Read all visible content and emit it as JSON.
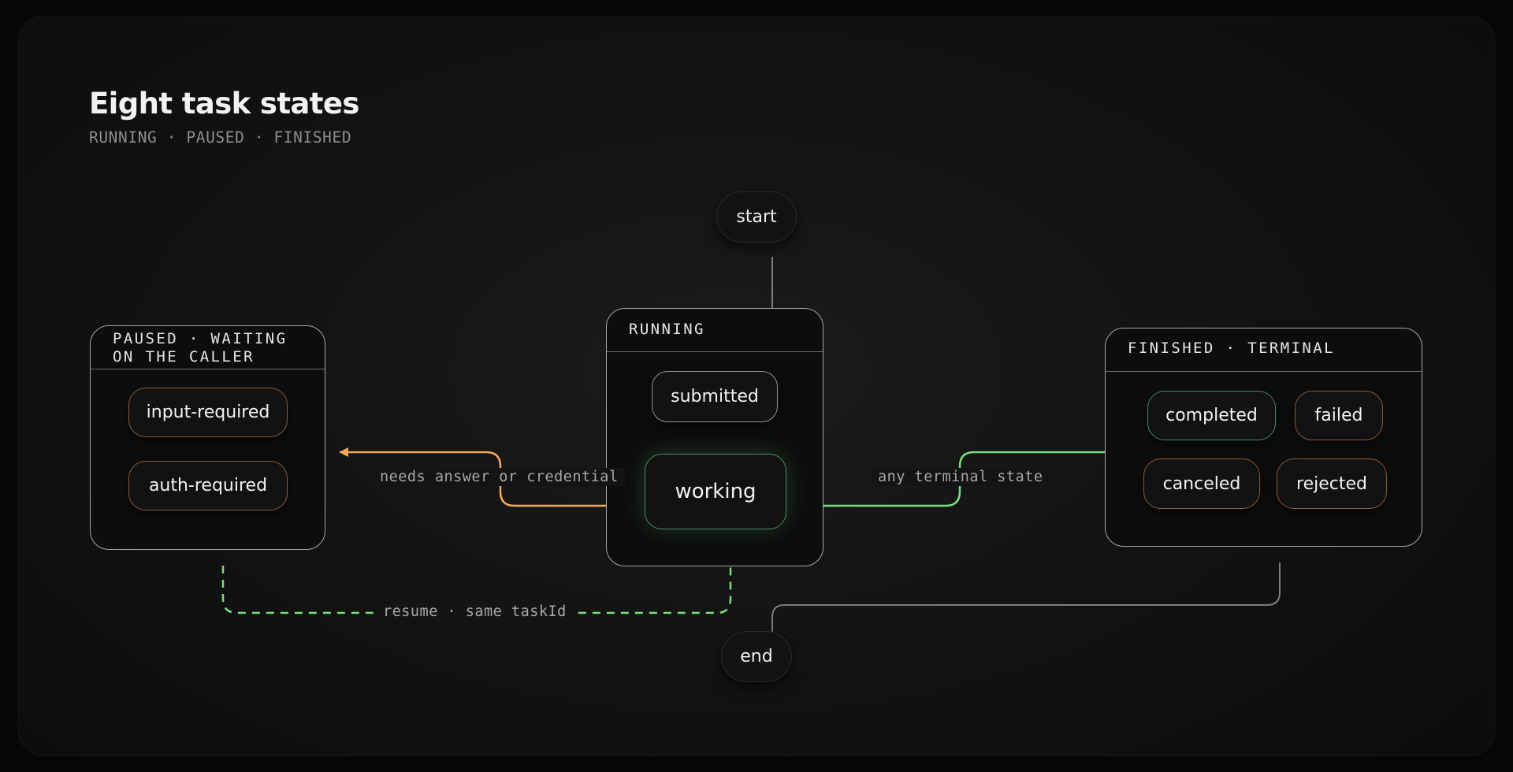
{
  "header": {
    "title": "Eight task states",
    "subtitle": "RUNNING · PAUSED · FINISHED"
  },
  "terminals": {
    "start": "start",
    "end": "end"
  },
  "groups": {
    "paused": {
      "title": "PAUSED · WAITING ON THE CALLER",
      "states": [
        "input-required",
        "auth-required"
      ]
    },
    "running": {
      "title": "RUNNING",
      "states": [
        "submitted",
        "working"
      ]
    },
    "finished": {
      "title": "FINISHED · TERMINAL",
      "states": [
        "completed",
        "failed",
        "canceled",
        "rejected"
      ]
    }
  },
  "edges": {
    "to_paused": "needs answer or credential",
    "to_finished": "any terminal state",
    "resume": "resume · same taskId"
  },
  "colors": {
    "orange": "#f1a95a",
    "green": "#7bde7f",
    "green_dark": "#3f8a5c",
    "connector": "#7d7d7d"
  }
}
